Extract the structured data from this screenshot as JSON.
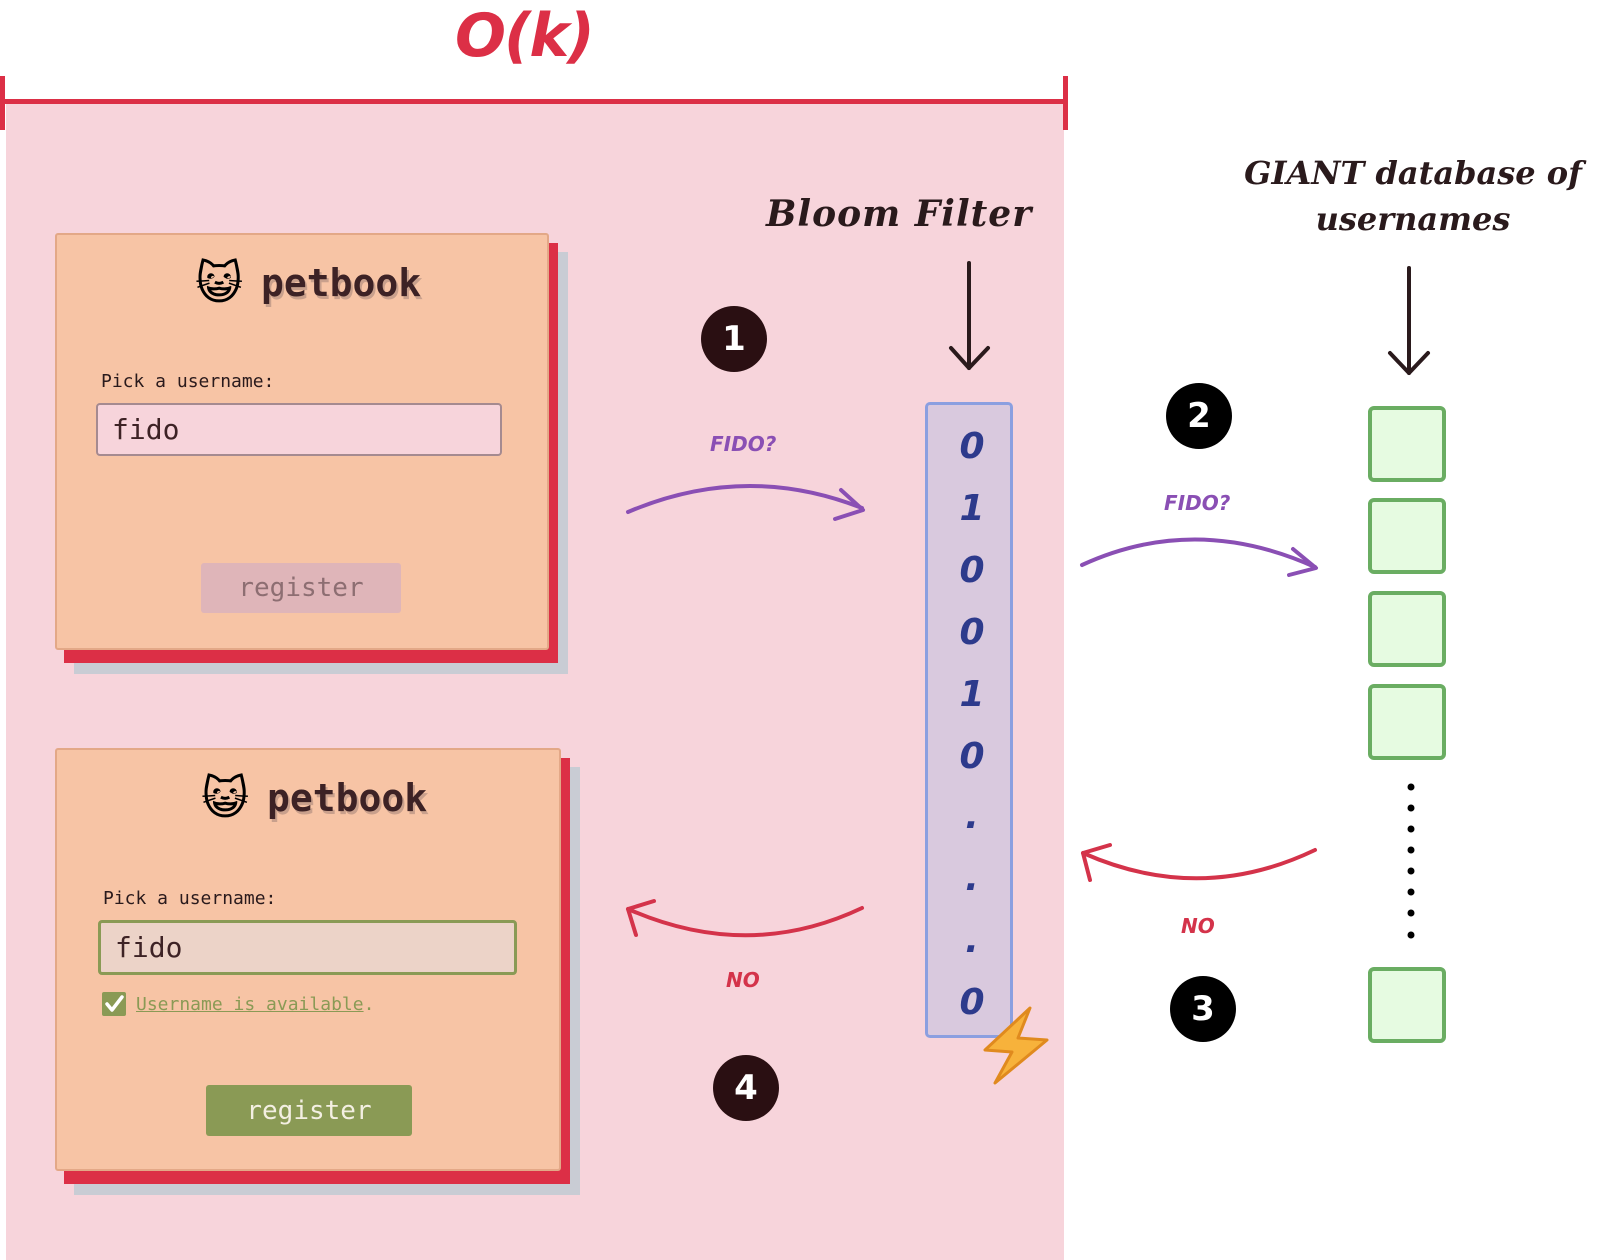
{
  "complexity_label": "O(k)",
  "top_card": {
    "brand_emoji": "😺",
    "brand_name": "petbook",
    "field_label": "Pick a username:",
    "field_value": "fido",
    "button_label": "register"
  },
  "bottom_card": {
    "brand_emoji": "😺",
    "brand_name": "petbook",
    "field_label": "Pick a username:",
    "field_value": "fido",
    "status_text": "Username is available",
    "status_punct": ".",
    "button_label": "register"
  },
  "bloom_filter": {
    "title": "Bloom Filter",
    "bits": [
      "0",
      "1",
      "0",
      "0",
      "1",
      "0",
      ".",
      ".",
      ".",
      "0"
    ],
    "badge_icon": "lightning-bolt-icon"
  },
  "database": {
    "title_line1": "GIANT database of",
    "title_line2": "usernames",
    "ellipsis_icon": "vertical-dots-icon"
  },
  "steps": [
    "1",
    "2",
    "3",
    "4"
  ],
  "arrows": {
    "query_to_filter": "FIDO?",
    "query_to_database": "FIDO?",
    "database_response": "NO",
    "filter_response": "NO"
  },
  "colors": {
    "pink_region": "#f7d4db",
    "accent_red": "#dc2f46",
    "query_purple": "#8a4fb4",
    "bloom_fill": "#d9c9de",
    "db_cell_fill": "#e6fbe1",
    "available_green": "#8a9a55"
  }
}
